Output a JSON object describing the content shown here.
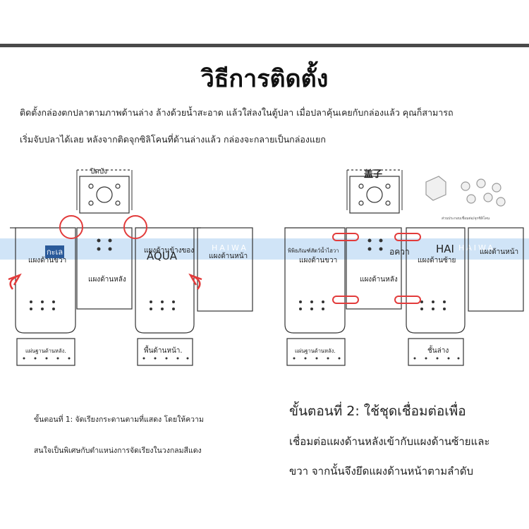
{
  "title": "วิธีการติดตั้ง",
  "intro": {
    "line1": "ติดตั้งกล่องตกปลาตามภาพด้านล่าง ล้างด้วยน้ำสะอาด แล้วใส่ลงในตู้ปลา เมื่อปลาคุ้นเคยกับกล่องแล้ว คุณก็สามารถ",
    "line2": "เริ่มจับปลาได้เลย หลังจากติดจุกซิลิโคนที่ด้านล่างแล้ว กล่องจะกลายเป็นกล่องแยก"
  },
  "watermark": "HAIWA",
  "left_diagram": {
    "top_cover": "ปิดบัง",
    "brand": "กะเล",
    "left_panel": "แผงด้านขวา",
    "back_panel": "แผงด้านหลัง",
    "right_panel": "แผงด้านข้างของ",
    "aqua": "AQUA",
    "front_panel": "แผงด้านหน้า",
    "base_left": "แผ่นฐานด้านหลัง.",
    "base_right": "พื้นด้านหน้า."
  },
  "right_diagram": {
    "top_chars": "盖子",
    "left_top": "พิพิธภัณฑ์สัตว์น้ำไฮวา",
    "left_panel": "แผงด้านขวา",
    "aqua": "อควา",
    "back_panel": "แผงด้านหลัง",
    "hai": "HAI",
    "right_panel": "แผงด้านซ้าย",
    "front_panel": "แผงด้านหน้า",
    "base_left": "แผ่นฐานด้านหลัง.",
    "base_right": "ชั้นล่าง",
    "accessory_caption": "ส่วนประกอบเชื่อมต่อ/จุกซิลิโคน"
  },
  "step1": {
    "line1": "ขั้นตอนที่ 1: จัดเรียงกระดานตามที่แสดง โดยให้ความ",
    "line2": "สนใจเป็นพิเศษกับตำแหน่งการจัดเรียงในวงกลมสีแดง"
  },
  "step2": {
    "line1": "ขั้นตอนที่ 2: ใช้ชุดเชื่อมต่อเพื่อ",
    "line2": "เชื่อมต่อแผงด้านหลังเข้ากับแผงด้านซ้ายและ",
    "line3": "ขวา จากนั้นจึงยึดแผงด้านหน้าตามลำดับ"
  },
  "colors": {
    "highlight": "#e23b3b",
    "stripe": "#aacdf0",
    "panel": "#333333"
  }
}
